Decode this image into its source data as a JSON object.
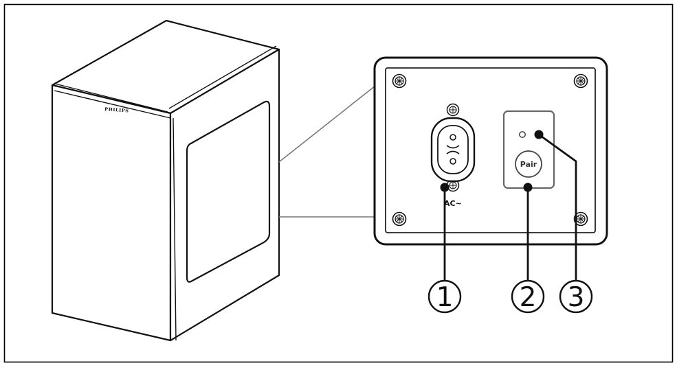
{
  "product": {
    "brand": "PHILIPS"
  },
  "panel": {
    "power_socket_label": "AC~",
    "pair_button_label": "Pair"
  },
  "callouts": [
    {
      "number": "1"
    },
    {
      "number": "2"
    },
    {
      "number": "3"
    }
  ]
}
